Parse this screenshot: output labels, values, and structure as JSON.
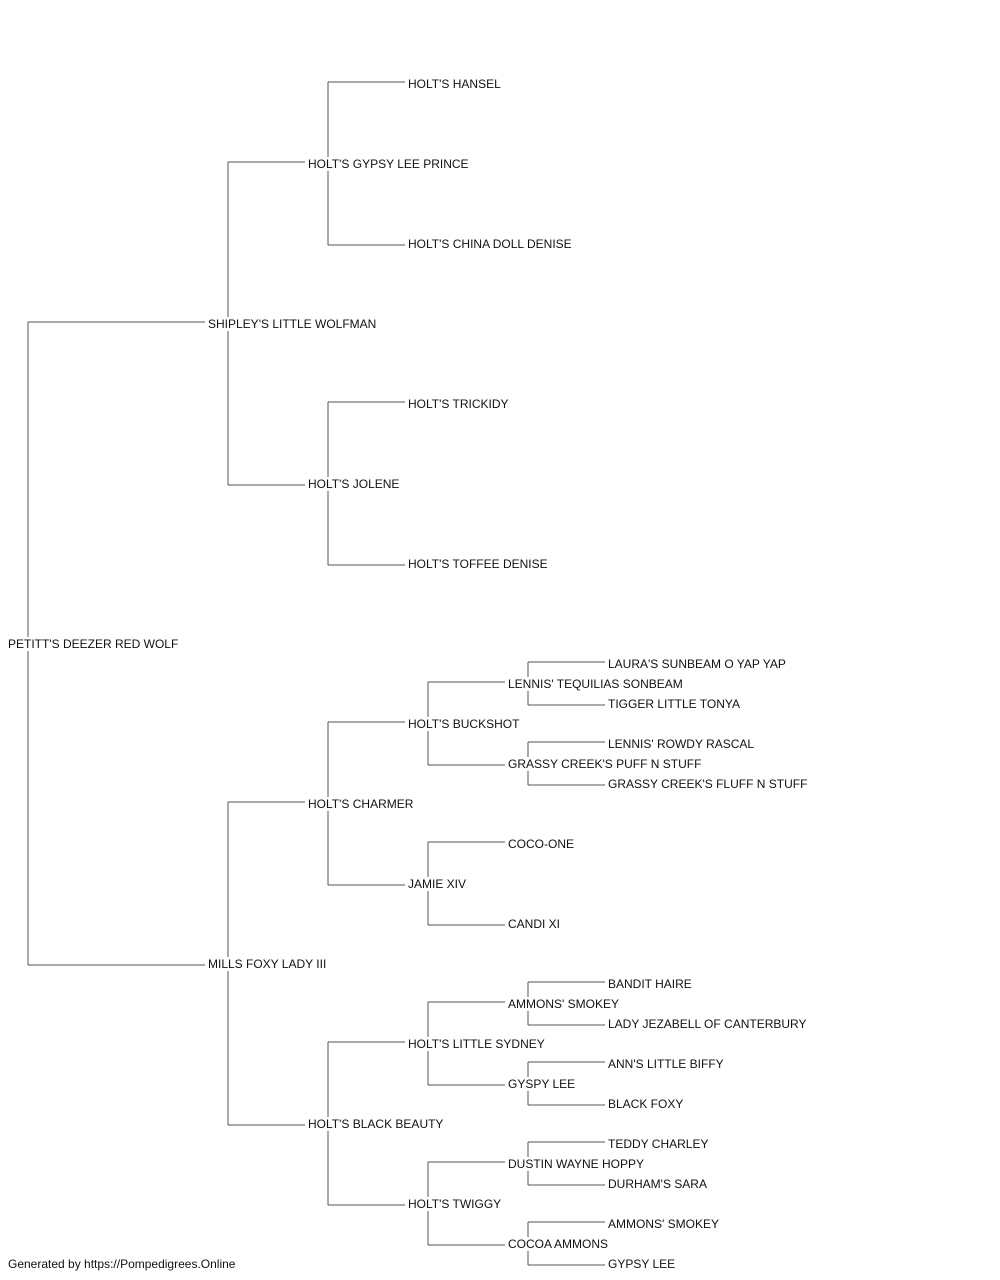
{
  "pedigree": {
    "subject": "PETITT'S DEEZER RED WOLF",
    "sire": {
      "name": "SHIPLEY'S LITTLE WOLFMAN",
      "sire": {
        "name": "HOLT'S GYPSY LEE PRINCE",
        "sire": "HOLT'S HANSEL",
        "dam": "HOLT'S CHINA DOLL DENISE"
      },
      "dam": {
        "name": "HOLT'S JOLENE",
        "sire": "HOLT'S TRICKIDY",
        "dam": "HOLT'S TOFFEE DENISE"
      }
    },
    "dam": {
      "name": "MILLS FOXY LADY III",
      "sire": {
        "name": "HOLT'S CHARMER",
        "sire": {
          "name": "HOLT'S BUCKSHOT",
          "sire": {
            "name": "LENNIS' TEQUILIAS SONBEAM",
            "sire": "LAURA'S SUNBEAM O YAP YAP",
            "dam": "TIGGER LITTLE TONYA"
          },
          "dam": {
            "name": "GRASSY CREEK'S PUFF N STUFF",
            "sire": "LENNIS' ROWDY RASCAL",
            "dam": "GRASSY CREEK'S FLUFF N STUFF"
          }
        },
        "dam": {
          "name": "JAMIE XIV",
          "sire": "COCO-ONE",
          "dam": "CANDI XI"
        }
      },
      "dam": {
        "name": "HOLT'S BLACK BEAUTY",
        "sire": {
          "name": "HOLT'S LITTLE SYDNEY",
          "sire": {
            "name": "AMMONS' SMOKEY",
            "sire": "BANDIT HAIRE",
            "dam": "LADY JEZABELL OF CANTERBURY"
          },
          "dam": {
            "name": "GYSPY LEE",
            "sire": "ANN'S LITTLE BIFFY",
            "dam": "BLACK FOXY"
          }
        },
        "dam": {
          "name": "HOLT'S TWIGGY",
          "sire": {
            "name": "DUSTIN WAYNE HOPPY",
            "sire": "TEDDY CHARLEY",
            "dam": "DURHAM'S SARA"
          },
          "dam": {
            "name": "COCOA AMMONS",
            "sire": "AMMONS' SMOKEY",
            "dam": "GYPSY LEE"
          }
        }
      }
    }
  },
  "footer": "Generated by https://Pompedigrees.Online",
  "colors": {
    "line": "#555555",
    "text": "#111111",
    "background": "#ffffff"
  }
}
